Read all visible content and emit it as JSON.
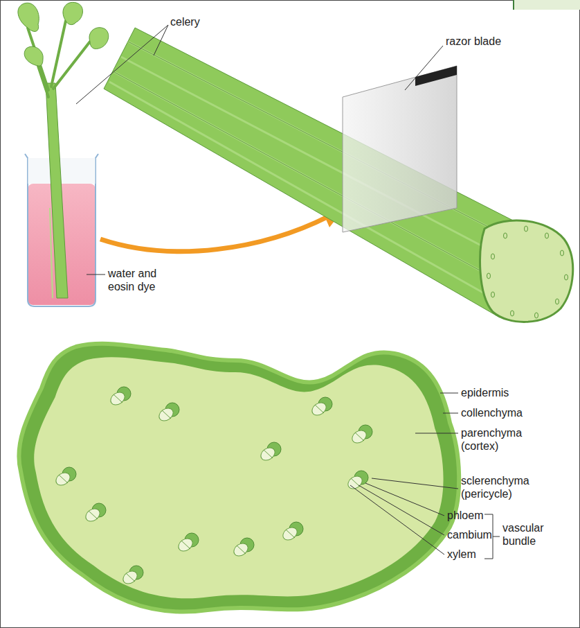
{
  "diagram": {
    "labels": [
      "celery",
      "razor blade",
      "water and eosin dye",
      "epidermis",
      "collenchyma",
      "parenchyma (cortex)",
      "sclerenchyma (pericycle)",
      "phloem",
      "cambium",
      "xylem",
      "vascular bundle"
    ]
  }
}
